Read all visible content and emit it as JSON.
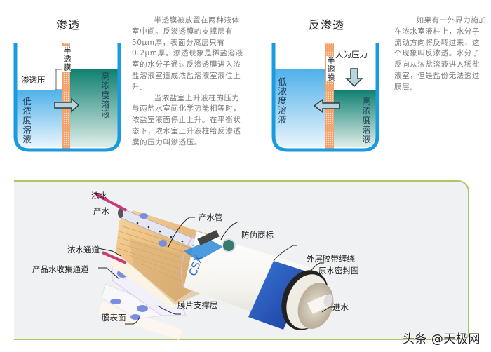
{
  "osmosis": {
    "title": "渗透",
    "membrane_label": "半透膜",
    "pressure_label": "渗透压",
    "low_label": "低浓度溶液",
    "high_label": "高浓度溶液",
    "para1": "半透膜被放置在两种液体室中间。反渗透膜的支撑层有50μm厚，表面分离层只有0.2μm厚。渗透现象是稀盐溶液室的水分子通过反渗透膜进入浓盐溶液室造成浓盐溶液室液位上升。",
    "para2": "当浓盐室上升液柱的压力与两盐水室间化学势能相等时，浓盐室液面停止上升。在平衡状态下，浓水室上升液柱给反渗透膜的压力叫渗透压。"
  },
  "reverse_osmosis": {
    "title": "反渗透",
    "membrane_label": "半透膜",
    "force_label": "人为压力",
    "low_label": "低浓度溶液",
    "high_label": "高浓度溶液",
    "para1": "如果有一外界力施加在浓水室液柱上，水分子流动方向将反转过来，这个现象叫反渗透。水分子反向从浓盐溶液进入稀盐液室，但是盐份无法透过膜层。"
  },
  "element_diagram": {
    "labels": {
      "concentrate": "浓水",
      "product": "产水",
      "product_tube": "产水管",
      "anti_counterfeit": "防伪商标",
      "concentrate_channel": "浓水通道",
      "product_collection_channel": "产品水收集通道",
      "outer_tape": "外层胶带缠绕",
      "brine_seal": "原水密封圈",
      "membrane_support": "膜片支撑层",
      "membrane_surface": "膜表面",
      "feed_water": "进水"
    },
    "element_brand_text": "CSX"
  },
  "watermark": "头条 @天极网",
  "colors": {
    "tank_border": "#1a9be0",
    "low_solution": "#5bb8ec",
    "high_solution": "#1a8a7a",
    "membrane": "#f0a070",
    "panel_border": "#a8c860",
    "panel_bg": "#f0f1f2",
    "concentrate_arrow": "#c83a78"
  }
}
